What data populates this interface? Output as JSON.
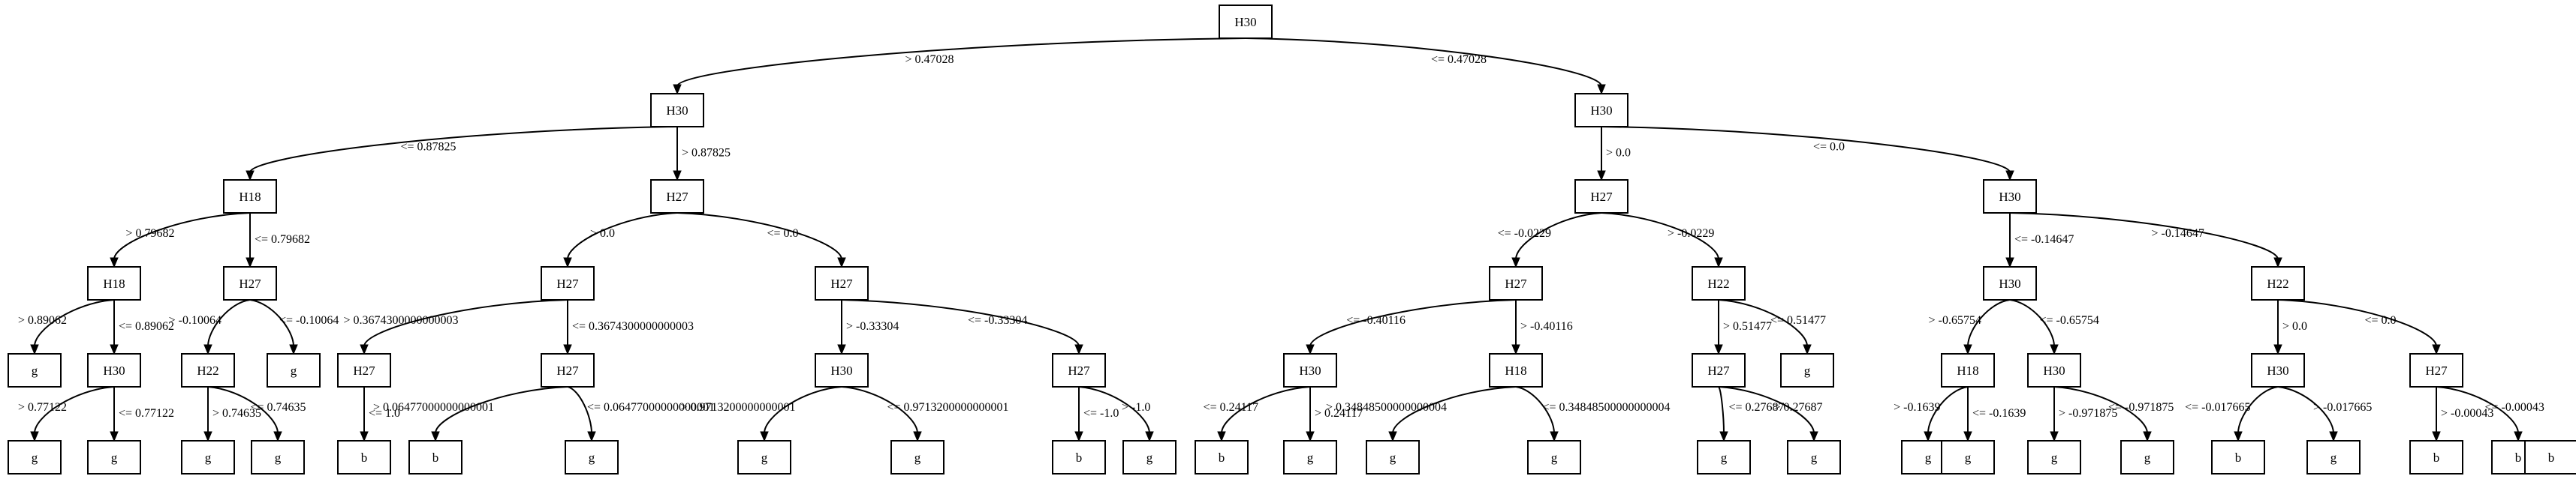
{
  "nodes": [
    {
      "id": "n0",
      "label": "H30"
    },
    {
      "id": "n1",
      "label": "H30"
    },
    {
      "id": "n2",
      "label": "H30"
    },
    {
      "id": "n3",
      "label": "H18"
    },
    {
      "id": "n4",
      "label": "H27"
    },
    {
      "id": "n5",
      "label": "H27"
    },
    {
      "id": "n6",
      "label": "H30"
    },
    {
      "id": "n7",
      "label": "H18"
    },
    {
      "id": "n8",
      "label": "H27"
    },
    {
      "id": "n9",
      "label": "H27"
    },
    {
      "id": "n10",
      "label": "H27"
    },
    {
      "id": "n11",
      "label": "H27"
    },
    {
      "id": "n12",
      "label": "H22"
    },
    {
      "id": "n13",
      "label": "H30"
    },
    {
      "id": "n14",
      "label": "H22"
    },
    {
      "id": "n15",
      "label": "g"
    },
    {
      "id": "n16",
      "label": "H30"
    },
    {
      "id": "n17",
      "label": "H22"
    },
    {
      "id": "n18",
      "label": "g"
    },
    {
      "id": "n19",
      "label": "H27"
    },
    {
      "id": "n20",
      "label": "H27"
    },
    {
      "id": "n21",
      "label": "H30"
    },
    {
      "id": "n22",
      "label": "H27"
    },
    {
      "id": "n23",
      "label": "H30"
    },
    {
      "id": "n24",
      "label": "H18"
    },
    {
      "id": "n25",
      "label": "H27"
    },
    {
      "id": "n26",
      "label": "g"
    },
    {
      "id": "n27",
      "label": "H18"
    },
    {
      "id": "n28",
      "label": "H30"
    },
    {
      "id": "n29",
      "label": "H30"
    },
    {
      "id": "n30",
      "label": "H27"
    },
    {
      "id": "n31",
      "label": "g"
    },
    {
      "id": "n32",
      "label": "g"
    },
    {
      "id": "n33",
      "label": "g"
    },
    {
      "id": "n34",
      "label": "g"
    },
    {
      "id": "n35",
      "label": "b"
    },
    {
      "id": "n36",
      "label": "b"
    },
    {
      "id": "n37",
      "label": "g"
    },
    {
      "id": "n38",
      "label": "g"
    },
    {
      "id": "n39",
      "label": "g"
    },
    {
      "id": "n40",
      "label": "b"
    },
    {
      "id": "n41",
      "label": "g"
    },
    {
      "id": "n42",
      "label": "b"
    },
    {
      "id": "n43",
      "label": "g"
    },
    {
      "id": "n44",
      "label": "g"
    },
    {
      "id": "n45",
      "label": "g"
    },
    {
      "id": "n46",
      "label": "g"
    },
    {
      "id": "n47",
      "label": "g"
    },
    {
      "id": "n48",
      "label": "g"
    },
    {
      "id": "n49",
      "label": "g"
    },
    {
      "id": "n50",
      "label": "g"
    },
    {
      "id": "n51",
      "label": "g"
    },
    {
      "id": "n52",
      "label": "b"
    },
    {
      "id": "n53",
      "label": "g"
    },
    {
      "id": "n54",
      "label": "b"
    },
    {
      "id": "n55",
      "label": "b"
    },
    {
      "id": "n56",
      "label": "b"
    }
  ],
  "edges": [
    {
      "from": "n0",
      "to": "n1",
      "label": "> 0.47028"
    },
    {
      "from": "n0",
      "to": "n2",
      "label": "<= 0.47028"
    },
    {
      "from": "n1",
      "to": "n3",
      "label": "<= 0.87825"
    },
    {
      "from": "n1",
      "to": "n4",
      "label": "> 0.87825"
    },
    {
      "from": "n2",
      "to": "n5",
      "label": "> 0.0"
    },
    {
      "from": "n2",
      "to": "n6",
      "label": "<= 0.0"
    },
    {
      "from": "n3",
      "to": "n7",
      "label": "> 0.79682"
    },
    {
      "from": "n3",
      "to": "n8",
      "label": "<= 0.79682"
    },
    {
      "from": "n4",
      "to": "n9",
      "label": "> 0.0"
    },
    {
      "from": "n4",
      "to": "n10",
      "label": "<= 0.0"
    },
    {
      "from": "n5",
      "to": "n11",
      "label": "<= -0.0229"
    },
    {
      "from": "n5",
      "to": "n12",
      "label": "> -0.0229"
    },
    {
      "from": "n6",
      "to": "n13",
      "label": "<= -0.14647"
    },
    {
      "from": "n6",
      "to": "n14",
      "label": "> -0.14647"
    },
    {
      "from": "n7",
      "to": "n15",
      "label": "> 0.89062"
    },
    {
      "from": "n7",
      "to": "n16",
      "label": "<= 0.89062"
    },
    {
      "from": "n8",
      "to": "n17",
      "label": "> -0.10064"
    },
    {
      "from": "n8",
      "to": "n18",
      "label": "<= -0.10064"
    },
    {
      "from": "n9",
      "to": "n19",
      "label": "> 0.3674300000000003"
    },
    {
      "from": "n9",
      "to": "n20",
      "label": "<= 0.3674300000000003"
    },
    {
      "from": "n10",
      "to": "n21",
      "label": "> -0.33304"
    },
    {
      "from": "n10",
      "to": "n22",
      "label": "<= -0.33304"
    },
    {
      "from": "n11",
      "to": "n23",
      "label": "<= -0.40116"
    },
    {
      "from": "n11",
      "to": "n24",
      "label": "> -0.40116"
    },
    {
      "from": "n12",
      "to": "n25",
      "label": "> 0.51477"
    },
    {
      "from": "n12",
      "to": "n26",
      "label": "<= 0.51477"
    },
    {
      "from": "n13",
      "to": "n27",
      "label": "> -0.65754"
    },
    {
      "from": "n13",
      "to": "n28",
      "label": "<= -0.65754"
    },
    {
      "from": "n14",
      "to": "n29",
      "label": "> 0.0"
    },
    {
      "from": "n14",
      "to": "n30",
      "label": "<= 0.0"
    },
    {
      "from": "n16",
      "to": "n31",
      "label": "> 0.77122"
    },
    {
      "from": "n16",
      "to": "n32",
      "label": "<= 0.77122"
    },
    {
      "from": "n17",
      "to": "n33",
      "label": "> 0.74635"
    },
    {
      "from": "n17",
      "to": "n34",
      "label": "<= 0.74635"
    },
    {
      "from": "n19",
      "to": "n35",
      "label": "<= 1.0"
    },
    {
      "from": "n20",
      "to": "n36",
      "label": "> 0.06477000000000001"
    },
    {
      "from": "n20",
      "to": "n37",
      "label": "<= 0.06477000000000001"
    },
    {
      "from": "n21",
      "to": "n38",
      "label": "> 0.9713200000000001"
    },
    {
      "from": "n21",
      "to": "n39",
      "label": "<= 0.9713200000000001"
    },
    {
      "from": "n22",
      "to": "n40",
      "label": "<= -1.0"
    },
    {
      "from": "n22",
      "to": "n41",
      "label": "> -1.0"
    },
    {
      "from": "n23",
      "to": "n42",
      "label": "<= 0.24117"
    },
    {
      "from": "n23",
      "to": "n43",
      "label": "> 0.24117"
    },
    {
      "from": "n24",
      "to": "n44",
      "label": "> 0.34848500000000004"
    },
    {
      "from": "n24",
      "to": "n45",
      "label": "<= 0.34848500000000004"
    },
    {
      "from": "n25",
      "to": "n46",
      "label": "<= 0.27687"
    },
    {
      "from": "n25",
      "to": "n47",
      "label": "> 0.27687"
    },
    {
      "from": "n27",
      "to": "n48",
      "label": "> -0.1639"
    },
    {
      "from": "n27",
      "to": "n49",
      "label": "<= -0.1639"
    },
    {
      "from": "n28",
      "to": "n50",
      "label": "> -0.971875"
    },
    {
      "from": "n28",
      "to": "n51",
      "label": "<= -0.971875"
    },
    {
      "from": "n29",
      "to": "n52",
      "label": "<= -0.017665"
    },
    {
      "from": "n29",
      "to": "n53",
      "label": "> -0.017665"
    },
    {
      "from": "n30",
      "to": "n54",
      "label": "> -0.00043"
    },
    {
      "from": "n30",
      "to": "n55",
      "label": "<= -0.00043"
    }
  ]
}
